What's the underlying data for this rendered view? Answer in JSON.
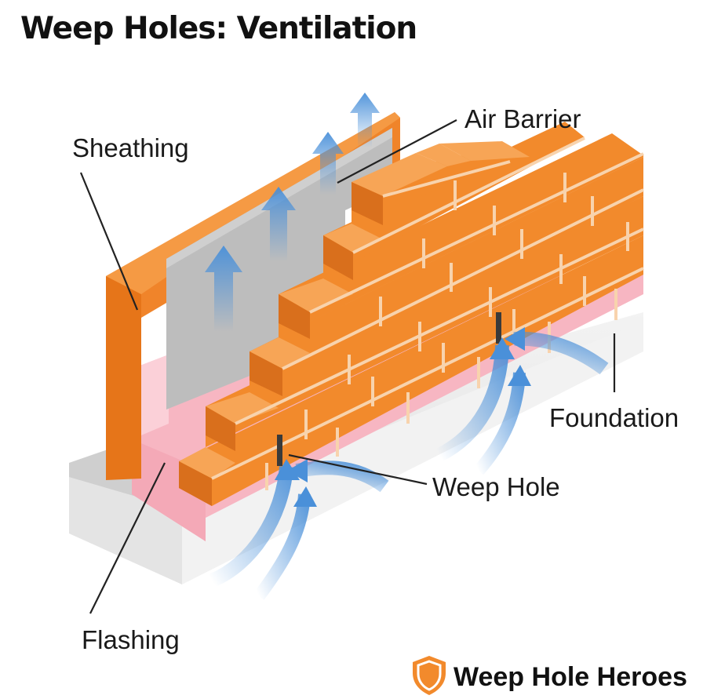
{
  "title": "Weep Holes: Ventilation",
  "labels": {
    "sheathing": "Sheathing",
    "air_barrier": "Air Barrier",
    "foundation": "Foundation",
    "weep_hole": "Weep Hole",
    "flashing": "Flashing"
  },
  "brand": {
    "name": "Weep Hole Heroes",
    "icon": "shield-icon"
  },
  "colors": {
    "brick": "#f28a2c",
    "brick_top": "#f7a556",
    "brick_side": "#d96f1c",
    "mortar": "#f8d3ad",
    "sheathing": "#f0842a",
    "air_barrier": "#bdbdbd",
    "flashing": "#f7b6c2",
    "foundation": "#efefef",
    "airflow": "#4a90d9"
  }
}
